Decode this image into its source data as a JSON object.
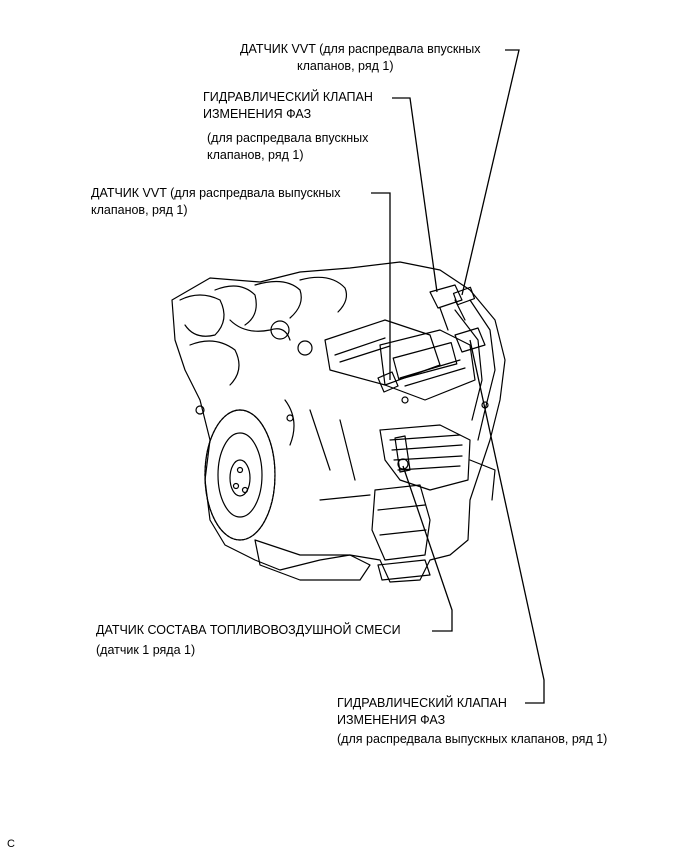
{
  "labels": {
    "vvt_intake": {
      "l1": "ДАТЧИК VVT (для распредвала впускных",
      "l2": "клапанов, ряд 1)"
    },
    "ocv_intake": {
      "l1": "ГИДРАВЛИЧЕСКИЙ КЛАПАН",
      "l2": "ИЗМЕНЕНИЯ ФАЗ",
      "l3": "(для распредвала впускных",
      "l4": "клапанов, ряд 1)"
    },
    "vvt_exhaust": {
      "l1": "ДАТЧИК VVT (для распредвала выпускных",
      "l2": "клапанов, ряд 1)"
    },
    "af_sensor": {
      "l1": "ДАТЧИК СОСТАВА ТОПЛИВОВОЗДУШНОЙ СМЕСИ",
      "l2": "(датчик 1 ряда 1)"
    },
    "ocv_exhaust": {
      "l1": "ГИДРАВЛИЧЕСКИЙ КЛАПАН",
      "l2": "ИЗМЕНЕНИЯ ФАЗ",
      "l3": "(для распредвала выпускных клапанов, ряд 1)"
    }
  },
  "corner_mark": "C"
}
